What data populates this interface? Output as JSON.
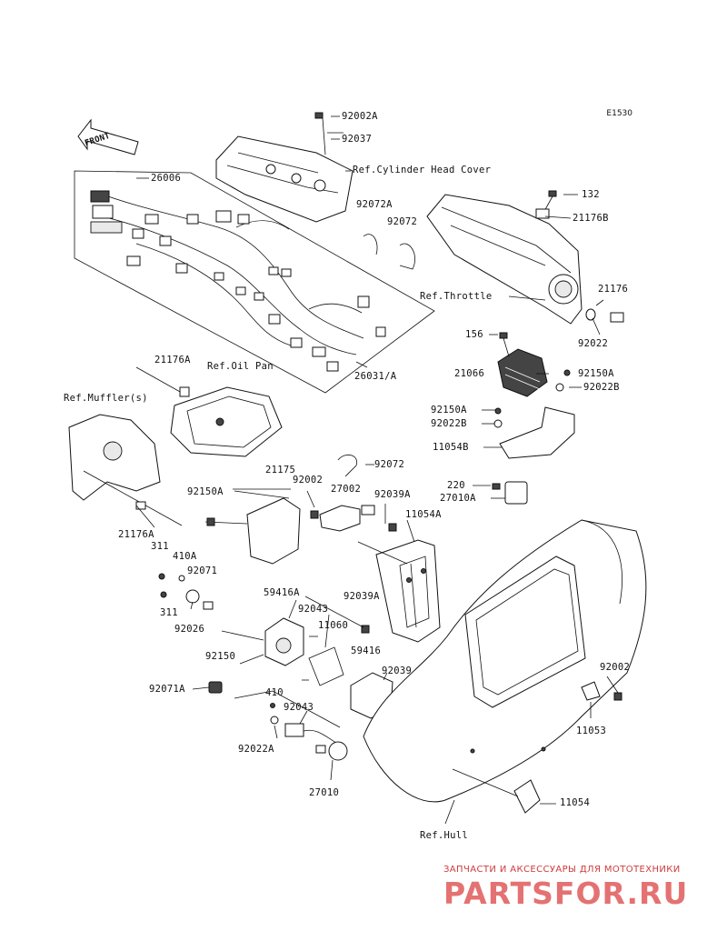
{
  "diagram": {
    "code": "E1530",
    "front_label": "FRONT",
    "labels": [
      {
        "id": "92002A-top",
        "text": "92002A"
      },
      {
        "id": "92037",
        "text": "92037"
      },
      {
        "id": "ref-cyl",
        "text": "Ref.Cylinder Head Cover"
      },
      {
        "id": "26006",
        "text": "26006"
      },
      {
        "id": "92072A",
        "text": "92072A"
      },
      {
        "id": "92072-top",
        "text": "92072"
      },
      {
        "id": "132",
        "text": "132"
      },
      {
        "id": "21176B",
        "text": "21176B"
      },
      {
        "id": "ref-throttle",
        "text": "Ref.Throttle"
      },
      {
        "id": "21176",
        "text": "21176"
      },
      {
        "id": "92022",
        "text": "92022"
      },
      {
        "id": "156",
        "text": "156"
      },
      {
        "id": "21066",
        "text": "21066"
      },
      {
        "id": "92150A-r",
        "text": "92150A"
      },
      {
        "id": "92022B-r",
        "text": "92022B"
      },
      {
        "id": "92150A-m",
        "text": "92150A"
      },
      {
        "id": "92022B-m",
        "text": "92022B"
      },
      {
        "id": "11054B",
        "text": "11054B"
      },
      {
        "id": "26031A",
        "text": "26031/A"
      },
      {
        "id": "21176A-top",
        "text": "21176A"
      },
      {
        "id": "ref-oilpan",
        "text": "Ref.Oil Pan"
      },
      {
        "id": "ref-muffler",
        "text": "Ref.Muffler(s)"
      },
      {
        "id": "92072-mid",
        "text": "92072"
      },
      {
        "id": "21175",
        "text": "21175"
      },
      {
        "id": "92002-mid",
        "text": "92002"
      },
      {
        "id": "27002",
        "text": "27002"
      },
      {
        "id": "92039A-top",
        "text": "92039A"
      },
      {
        "id": "220",
        "text": "220"
      },
      {
        "id": "27010A",
        "text": "27010A"
      },
      {
        "id": "92150A-left",
        "text": "92150A"
      },
      {
        "id": "11054A",
        "text": "11054A"
      },
      {
        "id": "21176A-bot",
        "text": "21176A"
      },
      {
        "id": "311-top",
        "text": "311"
      },
      {
        "id": "410A",
        "text": "410A"
      },
      {
        "id": "92071",
        "text": "92071"
      },
      {
        "id": "311-bot",
        "text": "311"
      },
      {
        "id": "92026",
        "text": "92026"
      },
      {
        "id": "59416A",
        "text": "59416A"
      },
      {
        "id": "92043-top",
        "text": "92043"
      },
      {
        "id": "92039A-mid",
        "text": "92039A"
      },
      {
        "id": "11060",
        "text": "11060"
      },
      {
        "id": "92150",
        "text": "92150"
      },
      {
        "id": "59416",
        "text": "59416"
      },
      {
        "id": "92039",
        "text": "92039"
      },
      {
        "id": "92002-right",
        "text": "92002"
      },
      {
        "id": "92071A",
        "text": "92071A"
      },
      {
        "id": "410",
        "text": "410"
      },
      {
        "id": "92043-bot",
        "text": "92043"
      },
      {
        "id": "11053",
        "text": "11053"
      },
      {
        "id": "92022A",
        "text": "92022A"
      },
      {
        "id": "27010",
        "text": "27010"
      },
      {
        "id": "11054",
        "text": "11054"
      },
      {
        "id": "ref-hull",
        "text": "Ref.Hull"
      }
    ]
  },
  "watermark": {
    "line1": "ЗАПЧАСТИ И АКСЕССУАРЫ ДЛЯ МОТОТЕХНИКИ",
    "logo": "PARTSFOR.RU",
    "color": "#d03a3a"
  }
}
